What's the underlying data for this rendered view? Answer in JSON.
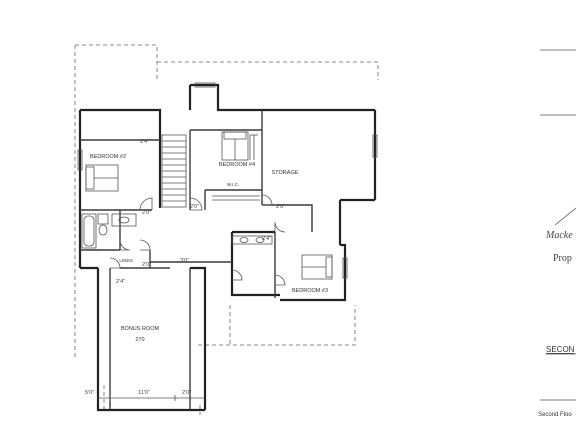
{
  "rooms": {
    "bedroom2": "BEDROOM #2",
    "bedroom4": "BEDROOM #4",
    "bedroom3": "BEDROOM #3",
    "storage": "STORAGE",
    "bonus": "BONUS ROOM",
    "bonus_area": "270",
    "linen": "LINEN",
    "wic": "W.I.C."
  },
  "dimensions": {
    "d1": "2'4\"",
    "d2": "2'4\"",
    "d3": "2'4\"",
    "d4": "2'0\"",
    "d5": "2'0\"",
    "d6": "2'0\"",
    "d7": "2'0\"",
    "d8": "3'0\"",
    "d9": "11'0\"",
    "d10": "5'0\"",
    "d11": "2'0\""
  },
  "branding": {
    "company_line1": "Macke",
    "company_line2": "Prop"
  },
  "sheet": {
    "title": "SECON",
    "caption": "Second Floo"
  }
}
